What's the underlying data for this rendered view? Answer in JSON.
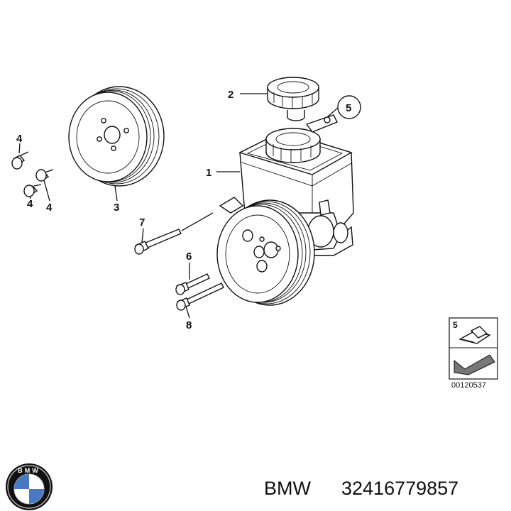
{
  "callouts": {
    "c1": "1",
    "c2": "2",
    "c3": "3",
    "c4a": "4",
    "c4b": "4",
    "c4c": "4",
    "c5": "5",
    "c6": "6",
    "c7": "7",
    "c8": "8"
  },
  "legend": {
    "number": "5",
    "code": "00120537"
  },
  "footer": {
    "brand": "BMW",
    "part_number": "32416779857",
    "logo_letters": "BMW"
  }
}
